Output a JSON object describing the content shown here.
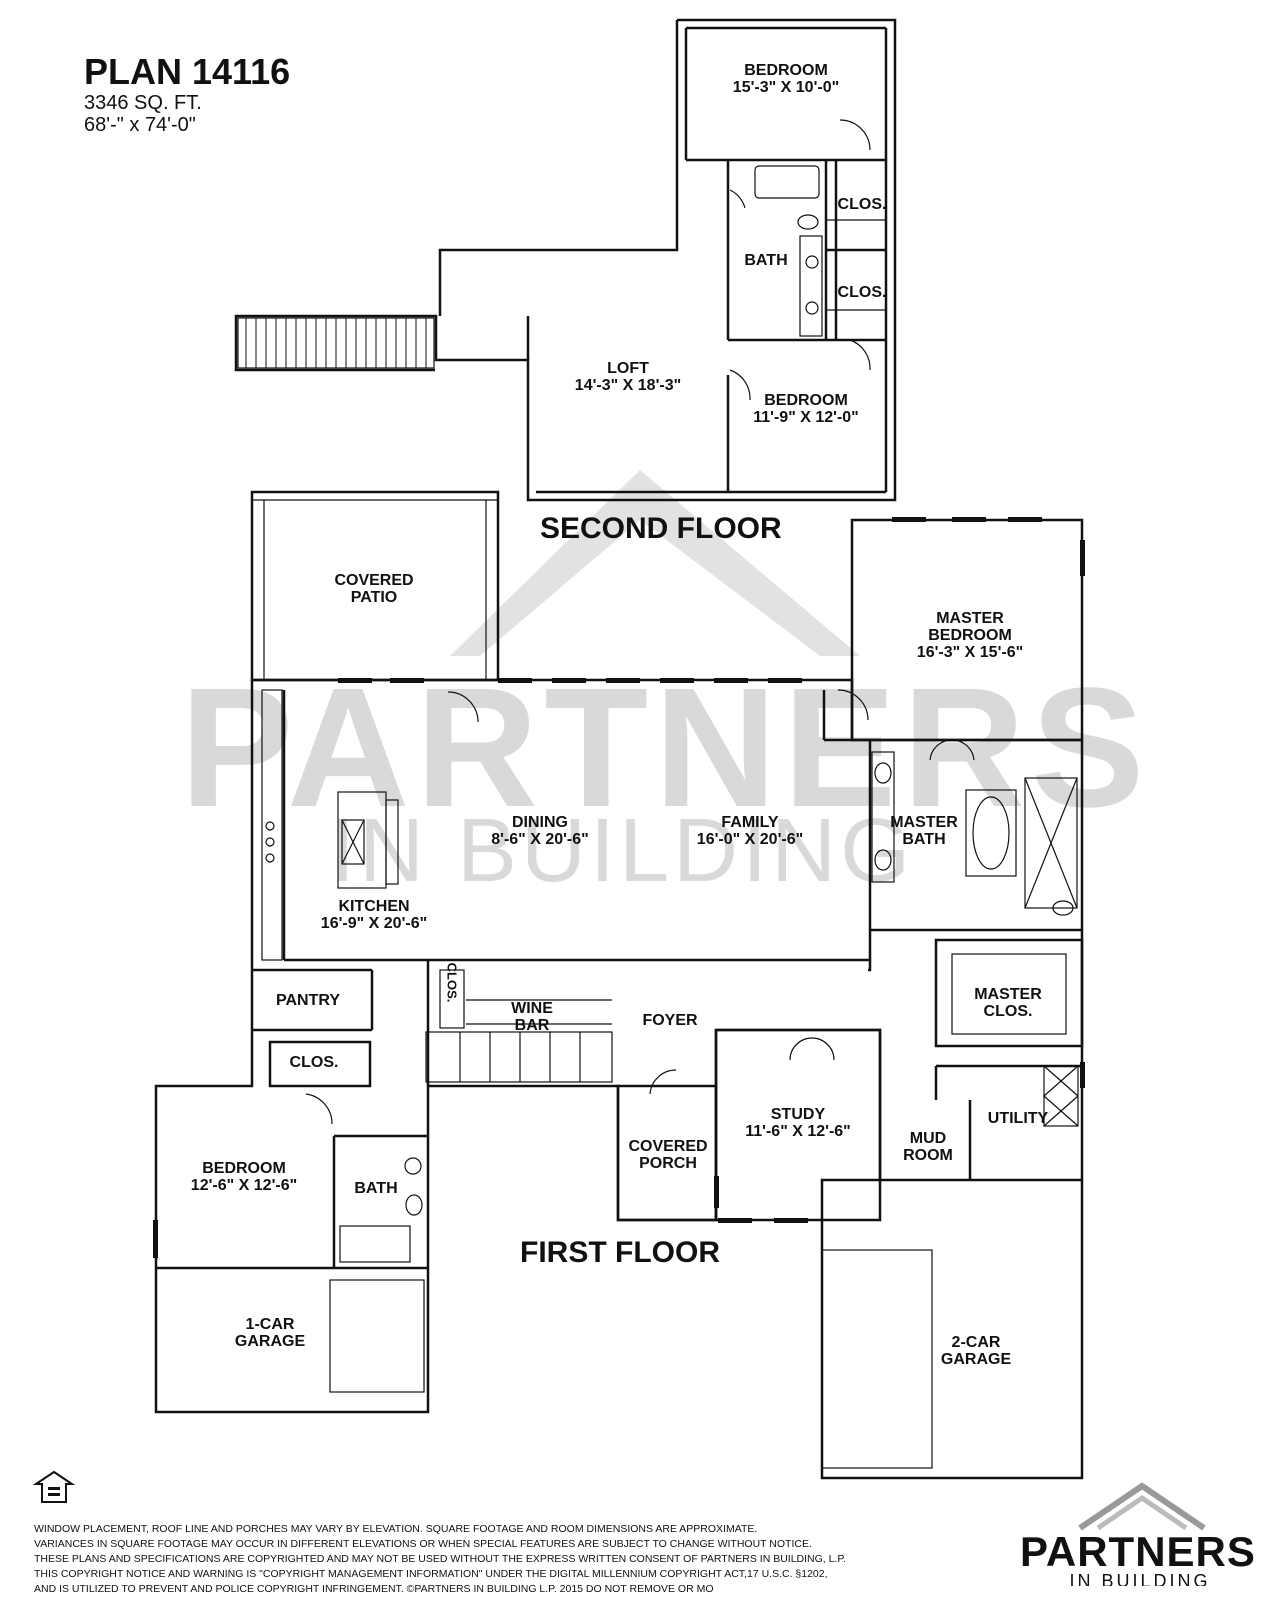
{
  "plan": {
    "name": "PLAN 14116",
    "area": "3346 SQ. FT.",
    "dimensions": "68'-\" x 74'-0\""
  },
  "floors": {
    "second": "SECOND FLOOR",
    "first": "FIRST FLOOR"
  },
  "watermark": {
    "line1": "PARTNERS",
    "line2": "IN BUILDING"
  },
  "rooms": {
    "bedroom_top": {
      "name": "BEDROOM",
      "size": "15'-3\" X 10'-0\""
    },
    "clos_upper_1": {
      "name": "CLOS."
    },
    "clos_upper_2": {
      "name": "CLOS."
    },
    "bath_upper": {
      "name": "BATH"
    },
    "loft": {
      "name": "LOFT",
      "size": "14'-3\" X 18'-3\""
    },
    "bedroom_mid": {
      "name": "BEDROOM",
      "size": "11'-9\" X 12'-0\""
    },
    "covered_patio": {
      "line1": "COVERED",
      "line2": "PATIO"
    },
    "master_bedroom": {
      "line1": "MASTER",
      "line2": "BEDROOM",
      "size": "16'-3\" X 15'-6\""
    },
    "dining": {
      "name": "DINING",
      "size": "8'-6\" X 20'-6\""
    },
    "family": {
      "name": "FAMILY",
      "size": "16'-0\" X 20'-6\""
    },
    "master_bath": {
      "line1": "MASTER",
      "line2": "BATH"
    },
    "kitchen": {
      "name": "KITCHEN",
      "size": "16'-9\" X 20'-6\""
    },
    "pantry": {
      "name": "PANTRY"
    },
    "clos_stair": {
      "name": "CLOS."
    },
    "wine_bar": {
      "line1": "WINE",
      "line2": "BAR"
    },
    "foyer": {
      "name": "FOYER"
    },
    "master_clos": {
      "line1": "MASTER",
      "line2": "CLOS."
    },
    "clos_lower": {
      "name": "CLOS."
    },
    "bedroom_lower": {
      "name": "BEDROOM",
      "size": "12'-6\" X 12'-6\""
    },
    "bath_lower": {
      "name": "BATH"
    },
    "covered_porch": {
      "line1": "COVERED",
      "line2": "PORCH"
    },
    "study": {
      "name": "STUDY",
      "size": "11'-6\" X 12'-6\""
    },
    "mud_room": {
      "line1": "MUD",
      "line2": "ROOM"
    },
    "utility": {
      "name": "UTILITY"
    },
    "garage_1": {
      "line1": "1-CAR",
      "line2": "GARAGE"
    },
    "garage_2": {
      "line1": "2-CAR",
      "line2": "GARAGE"
    }
  },
  "disclaimer": [
    "WINDOW PLACEMENT, ROOF LINE AND PORCHES MAY VARY BY ELEVATION.  SQUARE FOOTAGE AND ROOM DIMENSIONS ARE APPROXIMATE.",
    "VARIANCES IN SQUARE FOOTAGE MAY OCCUR IN DIFFERENT ELEVATIONS OR WHEN SPECIAL FEATURES ARE SUBJECT TO CHANGE WITHOUT NOTICE.",
    "THESE PLANS AND SPECIFICATIONS ARE COPYRIGHTED AND MAY NOT BE USED WITHOUT THE EXPRESS WRITTEN CONSENT OF PARTNERS IN BUILDING, L.P.",
    "THIS COPYRIGHT NOTICE AND WARNING IS \"COPYRIGHT MANAGEMENT INFORMATION\" UNDER THE DIGITAL MILLENNIUM COPYRIGHT ACT,17 U.S.C.   §1202,",
    "AND IS UTILIZED TO PREVENT AND POLICE COPYRIGHT INFRINGEMENT.  ©PARTNERS IN BUILDING L.P.     2015  DO NOT REMOVE OR MO"
  ],
  "logo": {
    "brand": "PARTNERS",
    "sub": "IN BUILDING"
  },
  "icons": {
    "equal_housing": "equal-housing-icon"
  }
}
